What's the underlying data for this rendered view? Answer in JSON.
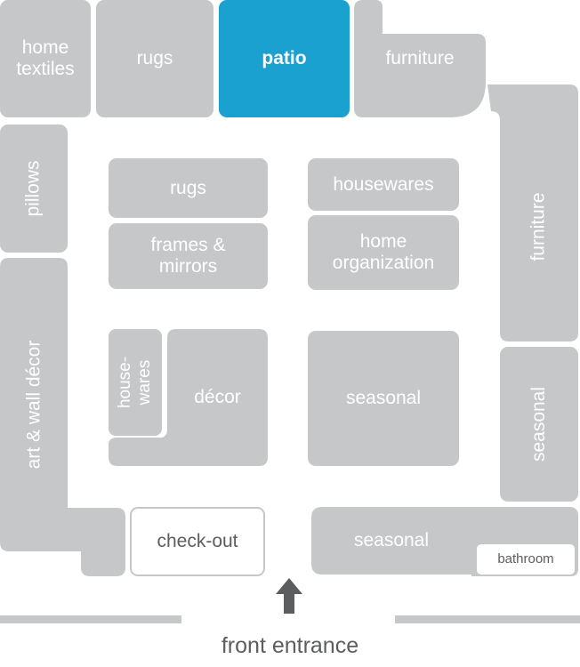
{
  "departments": {
    "home_textiles": "home\ntextiles",
    "rugs_top": "rugs",
    "patio": "patio",
    "furniture_top": "furniture",
    "pillows": "pillows",
    "art_wall_decor": "art & wall décor",
    "rugs_center": "rugs",
    "frames_mirrors": "frames &\nmirrors",
    "housewares_center": "housewares",
    "home_organization": "home\norganization",
    "furniture_side": "furniture",
    "housewares_vertical": "house-\nwares",
    "decor": "décor",
    "seasonal_center": "seasonal",
    "seasonal_side": "seasonal",
    "seasonal_bottom": "seasonal",
    "check_out": "check-out",
    "bathroom": "bathroom"
  },
  "entrance": {
    "label": "front entrance"
  },
  "colors": {
    "block": "#c6c7c9",
    "active": "#1ba1cf",
    "text_dark": "#5c5d5f"
  },
  "icons": {
    "entrance_arrow": "arrow-up-icon"
  }
}
